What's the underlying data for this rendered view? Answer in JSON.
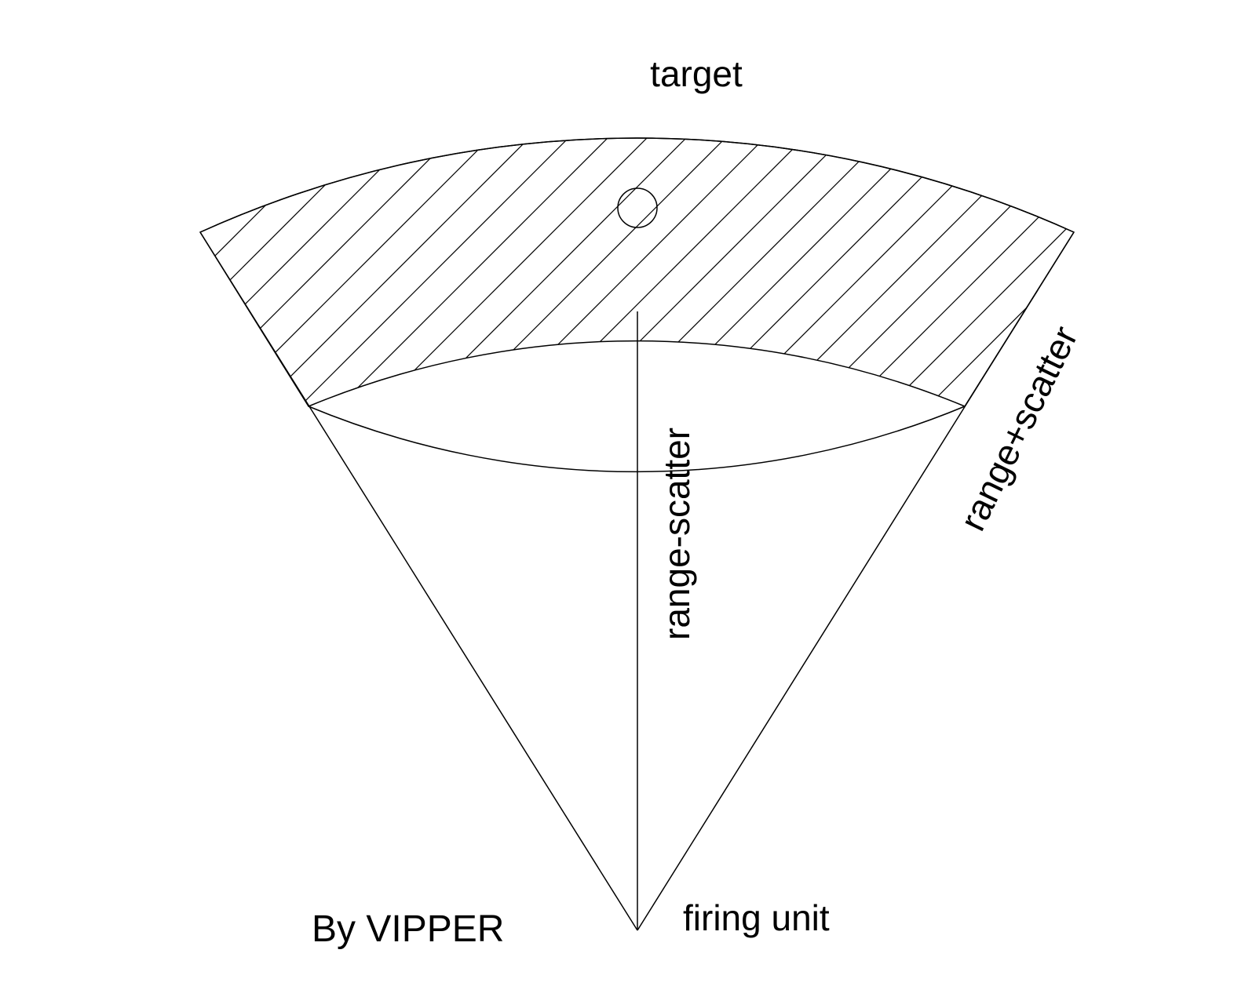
{
  "diagram": {
    "labels": {
      "target": "target",
      "range_minus_scatter": "range-scatter",
      "range_plus_scatter": "range+scatter",
      "firing_unit": "firing unit",
      "credit": "By VIPPER"
    },
    "colors": {
      "background": "#ffffff",
      "stroke": "#000000"
    }
  }
}
